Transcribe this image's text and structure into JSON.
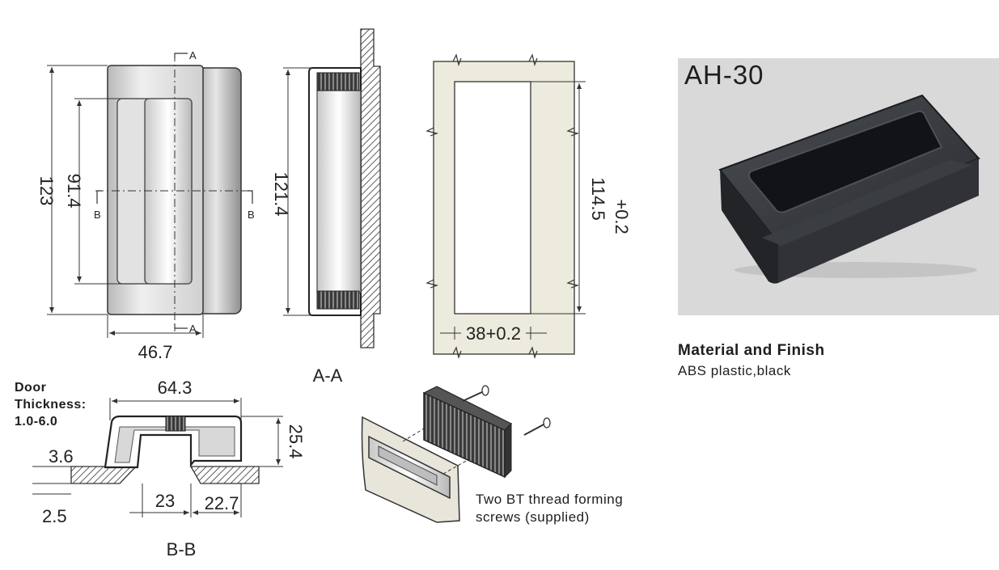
{
  "product": {
    "model": "AH-30",
    "material_title": "Material and Finish",
    "material_text": "ABS plastic,black"
  },
  "front_view": {
    "dim_height": "123",
    "dim_recess": "91.4",
    "dim_width": "46.7",
    "marker_a": "A",
    "marker_b": "B"
  },
  "section_aa": {
    "dim_height": "121.4",
    "label": "A-A"
  },
  "cutout": {
    "dim_height": "114.5",
    "dim_height_tol": "+0.2",
    "dim_width": "38+0.2"
  },
  "section_bb": {
    "door_thickness": [
      "Door",
      "Thickness:",
      "1.0-6.0"
    ],
    "dim_width": "64.3",
    "dim_depth": "25.4",
    "dim_flange": "3.6",
    "dim_base": "2.5",
    "dim_opening": "23",
    "dim_side": "22.7",
    "label": "B-B"
  },
  "install": {
    "note_lines": [
      "Two BT thread forming",
      "screws (supplied)"
    ]
  },
  "colors": {
    "line": "#2a2a2a",
    "cutout_fill": "#ecebdd",
    "photo_bg": "#d9d9d9",
    "product_body": "#2b2d30"
  }
}
